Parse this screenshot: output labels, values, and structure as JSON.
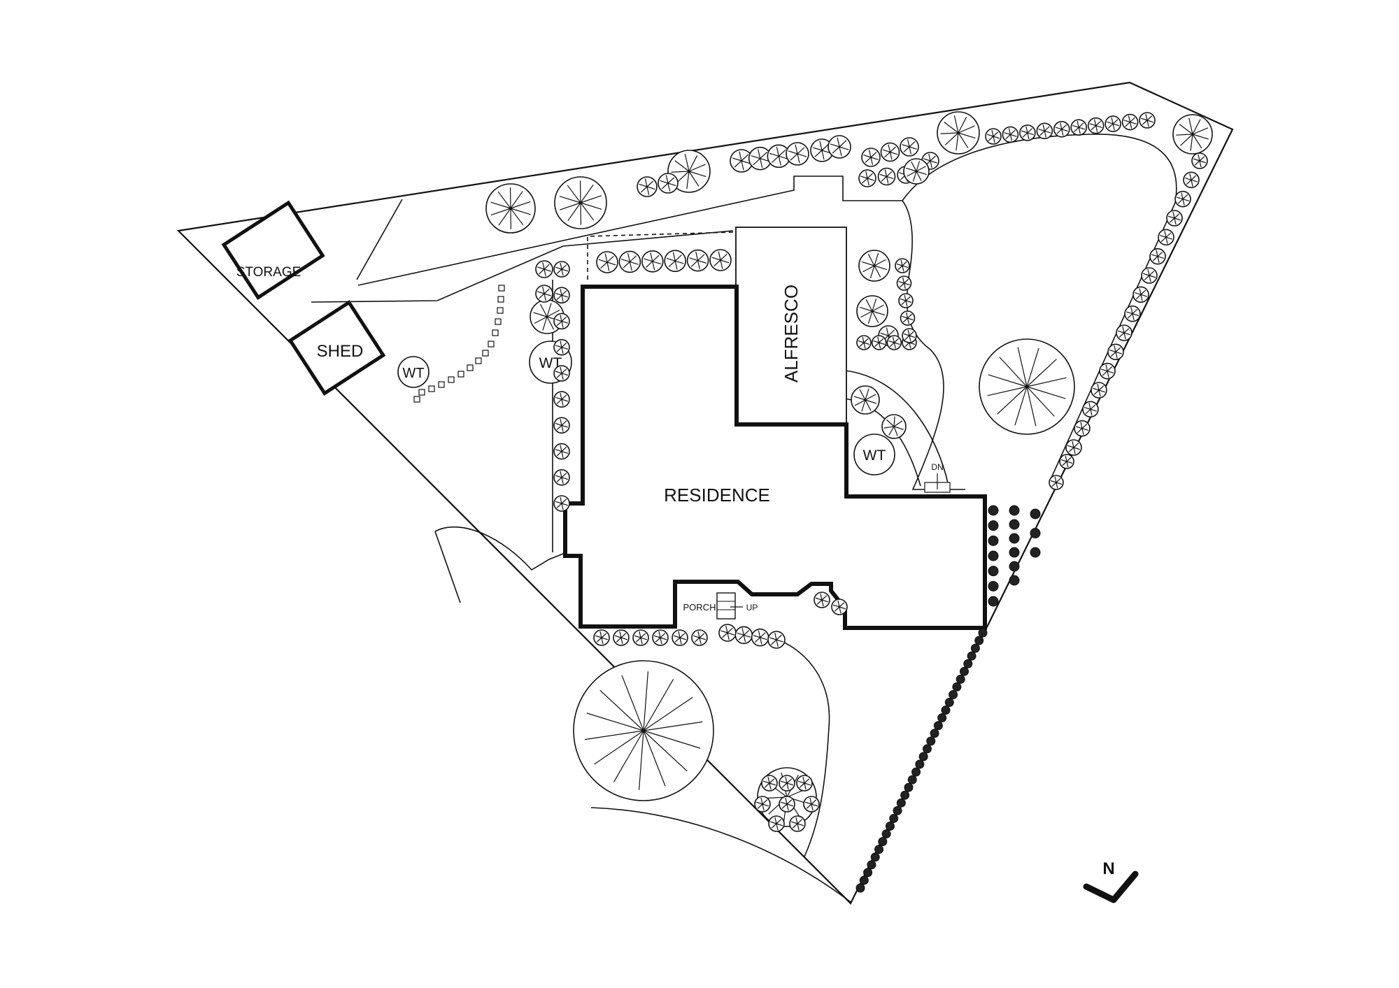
{
  "labels": {
    "storage": "STORAGE",
    "shed": "SHED",
    "alfresco": "ALFRESCO",
    "residence": "RESIDENCE",
    "porch": "PORCH",
    "up": "UP",
    "down": "DN",
    "water_tank": "WT",
    "north": "N"
  },
  "colors": {
    "line": "#111111",
    "background": "#ffffff"
  }
}
